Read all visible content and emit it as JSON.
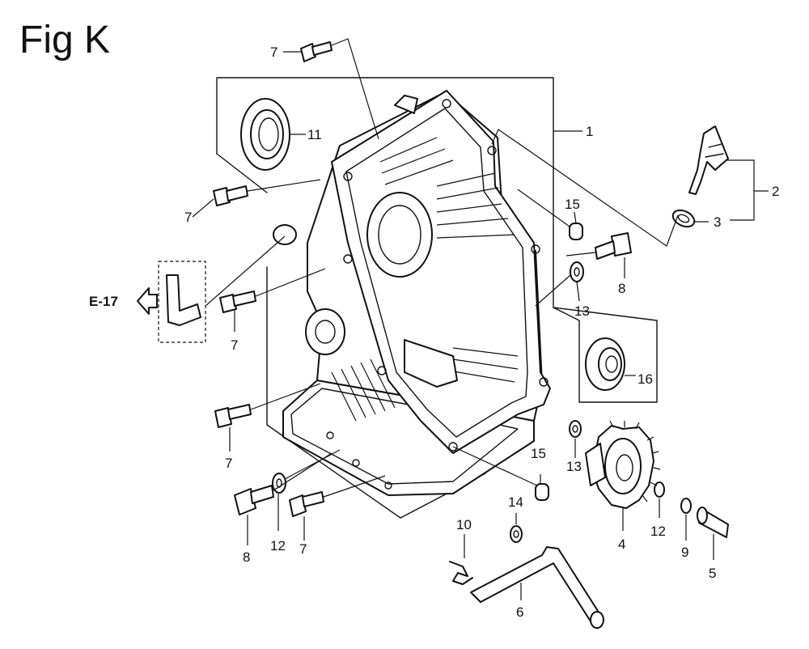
{
  "figure": {
    "title": "Fig K",
    "reference": "E-17"
  },
  "callouts": [
    {
      "id": "c1",
      "number": "1"
    },
    {
      "id": "c2",
      "number": "2"
    },
    {
      "id": "c3",
      "number": "3"
    },
    {
      "id": "c4",
      "number": "4"
    },
    {
      "id": "c5",
      "number": "5"
    },
    {
      "id": "c6",
      "number": "6"
    },
    {
      "id": "c7a",
      "number": "7"
    },
    {
      "id": "c7b",
      "number": "7"
    },
    {
      "id": "c7c",
      "number": "7"
    },
    {
      "id": "c7d",
      "number": "7"
    },
    {
      "id": "c7e",
      "number": "7"
    },
    {
      "id": "c8a",
      "number": "8"
    },
    {
      "id": "c8b",
      "number": "8"
    },
    {
      "id": "c9",
      "number": "9"
    },
    {
      "id": "c10",
      "number": "10"
    },
    {
      "id": "c11",
      "number": "11"
    },
    {
      "id": "c12a",
      "number": "12"
    },
    {
      "id": "c12b",
      "number": "12"
    },
    {
      "id": "c13a",
      "number": "13"
    },
    {
      "id": "c13b",
      "number": "13"
    },
    {
      "id": "c14",
      "number": "14"
    },
    {
      "id": "c15a",
      "number": "15"
    },
    {
      "id": "c15b",
      "number": "15"
    },
    {
      "id": "c16",
      "number": "16"
    }
  ]
}
